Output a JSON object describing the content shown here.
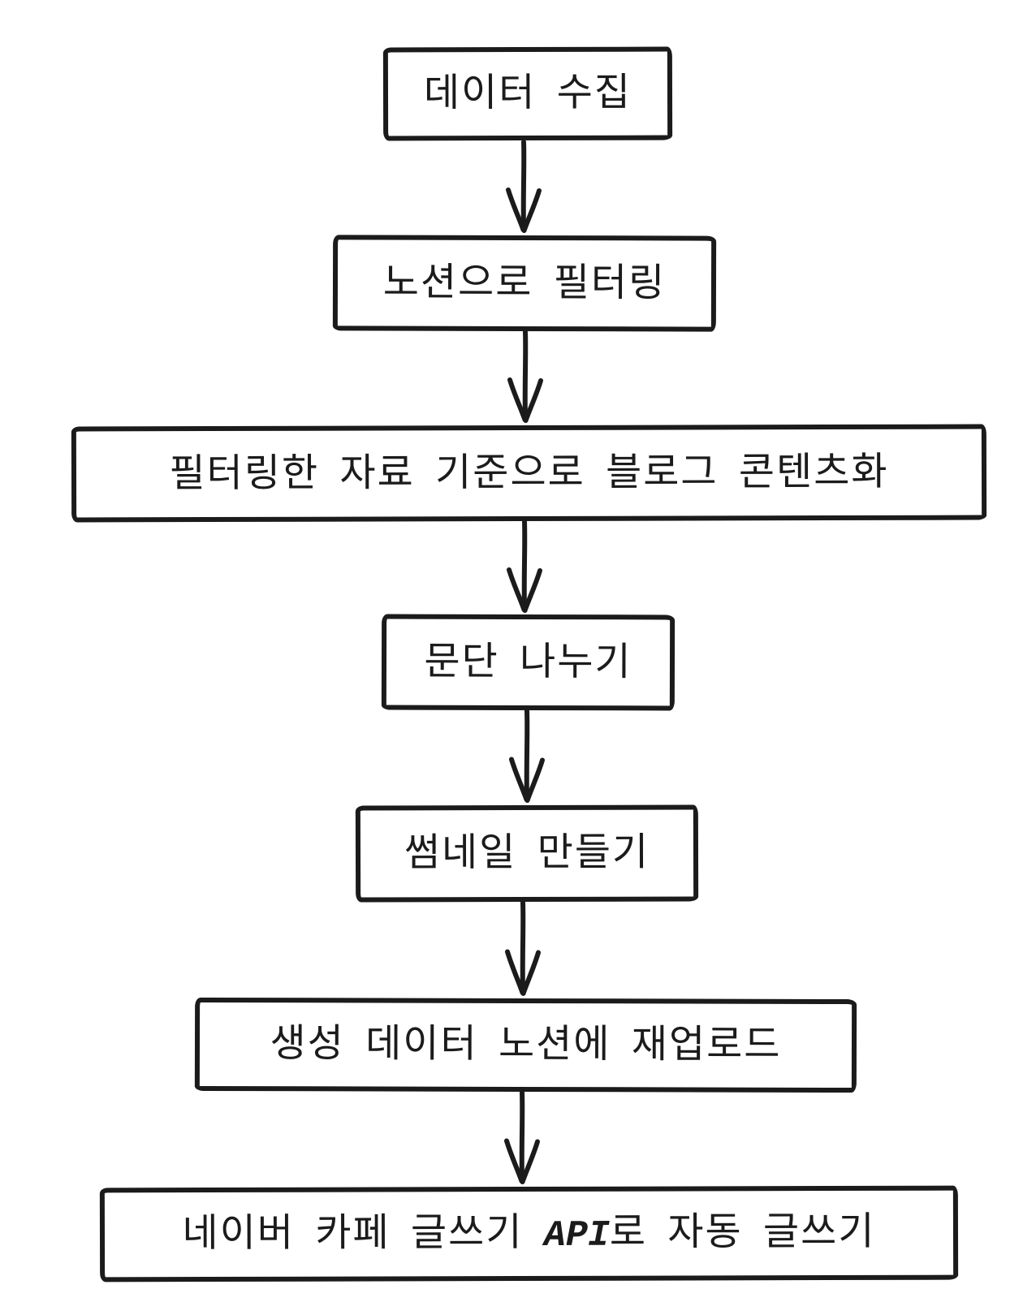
{
  "diagram": {
    "type": "flowchart",
    "direction": "top-down",
    "style": "hand-drawn",
    "stroke_color": "#1b1b1b",
    "background_color": "#ffffff",
    "nodes": [
      {
        "id": 1,
        "label": "데이터 수집"
      },
      {
        "id": 2,
        "label": "노션으로 필터링"
      },
      {
        "id": 3,
        "label": "필터링한 자료 기준으로 블로그 콘텐츠화"
      },
      {
        "id": 4,
        "label": "문단 나누기"
      },
      {
        "id": 5,
        "label": "썸네일 만들기"
      },
      {
        "id": 6,
        "label": "생성 데이터 노션에 재업로드"
      },
      {
        "id": 7,
        "label_prefix": "네이버 카페 글쓰기 ",
        "label_api": "API",
        "label_suffix": "로 자동 글쓰기"
      }
    ],
    "edges": [
      {
        "from": 1,
        "to": 2
      },
      {
        "from": 2,
        "to": 3
      },
      {
        "from": 3,
        "to": 4
      },
      {
        "from": 4,
        "to": 5
      },
      {
        "from": 5,
        "to": 6
      },
      {
        "from": 6,
        "to": 7
      }
    ]
  }
}
